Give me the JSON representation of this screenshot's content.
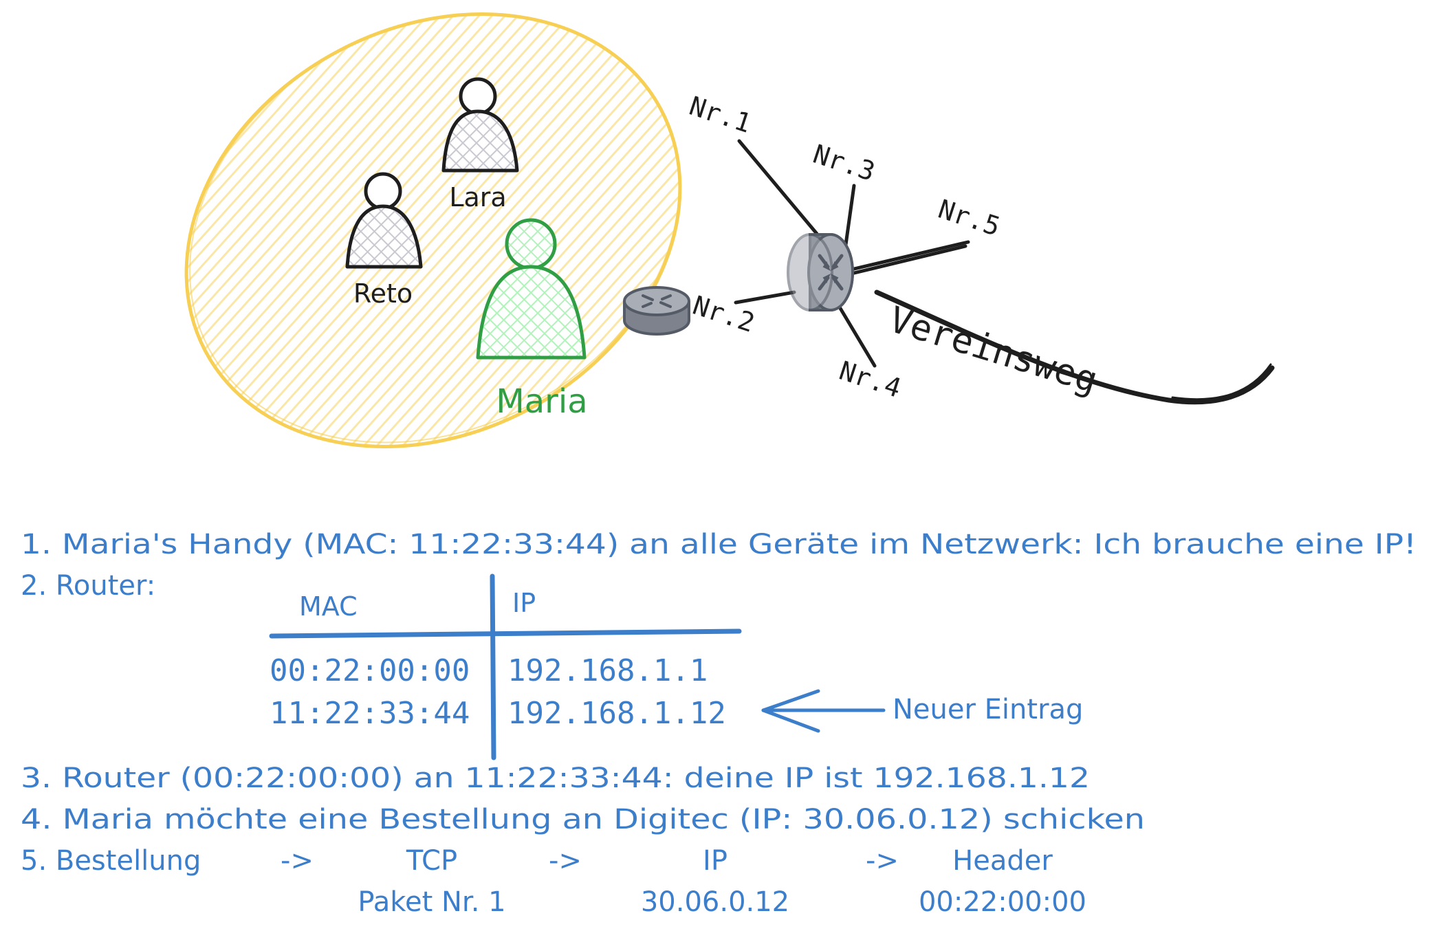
{
  "colors": {
    "zone_stroke": "#f6cf54",
    "zone_fill": "#fae7a7",
    "person_black": "#1e1e1e",
    "person_green": "#2f9e44",
    "person_green_fill": "#b2f2bb",
    "text_blue": "#3d7ecb",
    "router_body": "#a9adb5",
    "router_dark": "#555b66"
  },
  "icons": [
    "person-icon",
    "router-icon",
    "arrow-left-icon"
  ],
  "people": {
    "lara": "Lara",
    "reto": "Reto",
    "maria": "Maria"
  },
  "network": {
    "branches": {
      "nr1": "Nr.1",
      "nr2": "Nr.2",
      "nr3": "Nr.3",
      "nr4": "Nr.4",
      "nr5": "Nr.5"
    },
    "road_label": "Vereinsweg"
  },
  "steps": {
    "step1": "1. Maria's Handy (MAC: 11:22:33:44) an alle Geräte im Netzwerk: Ich brauche eine IP!",
    "step2": "2. Router:",
    "step3": "3. Router (00:22:00:00) an 11:22:33:44: deine IP ist 192.168.1.12",
    "step4": "4. Maria möchte eine Bestellung an Digitec (IP: 30.06.0.12) schicken",
    "step5": {
      "items": [
        "5. Bestellung",
        "->",
        "TCP",
        "->",
        "IP",
        "->",
        "Header"
      ],
      "values": [
        "Paket Nr. 1",
        "30.06.0.12",
        "00:22:00:00"
      ]
    }
  },
  "router_table": {
    "headers": [
      "MAC",
      "IP"
    ],
    "rows": [
      [
        "00:22:00:00",
        "192.168.1.1"
      ],
      [
        "11:22:33:44",
        "192.168.1.12"
      ]
    ],
    "annotation": "Neuer Eintrag"
  }
}
